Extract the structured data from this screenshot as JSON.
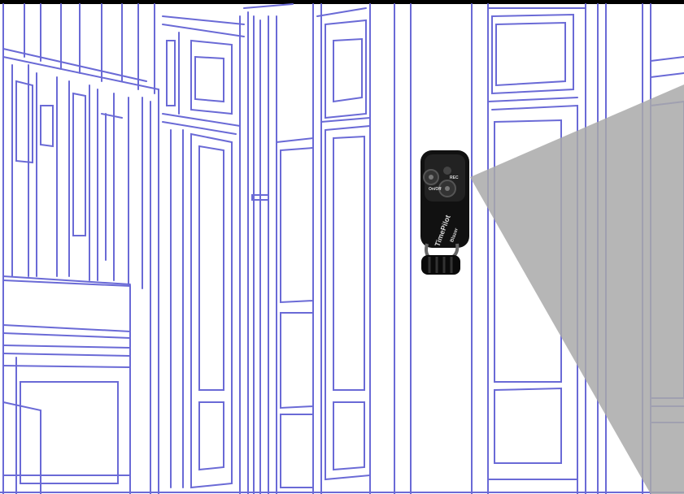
{
  "scene": {
    "description_label": "",
    "colors": {
      "background": "#ffffff",
      "line": "#6a6ad6",
      "cone": "#a9a9a9",
      "device_body": "#111111",
      "frame_top": "#000000"
    },
    "device": {
      "brand": "TimePilot",
      "model": "Blazer",
      "button_labels": [
        "On/Off",
        "REC"
      ]
    },
    "view_cone_opacity": 0.85
  }
}
